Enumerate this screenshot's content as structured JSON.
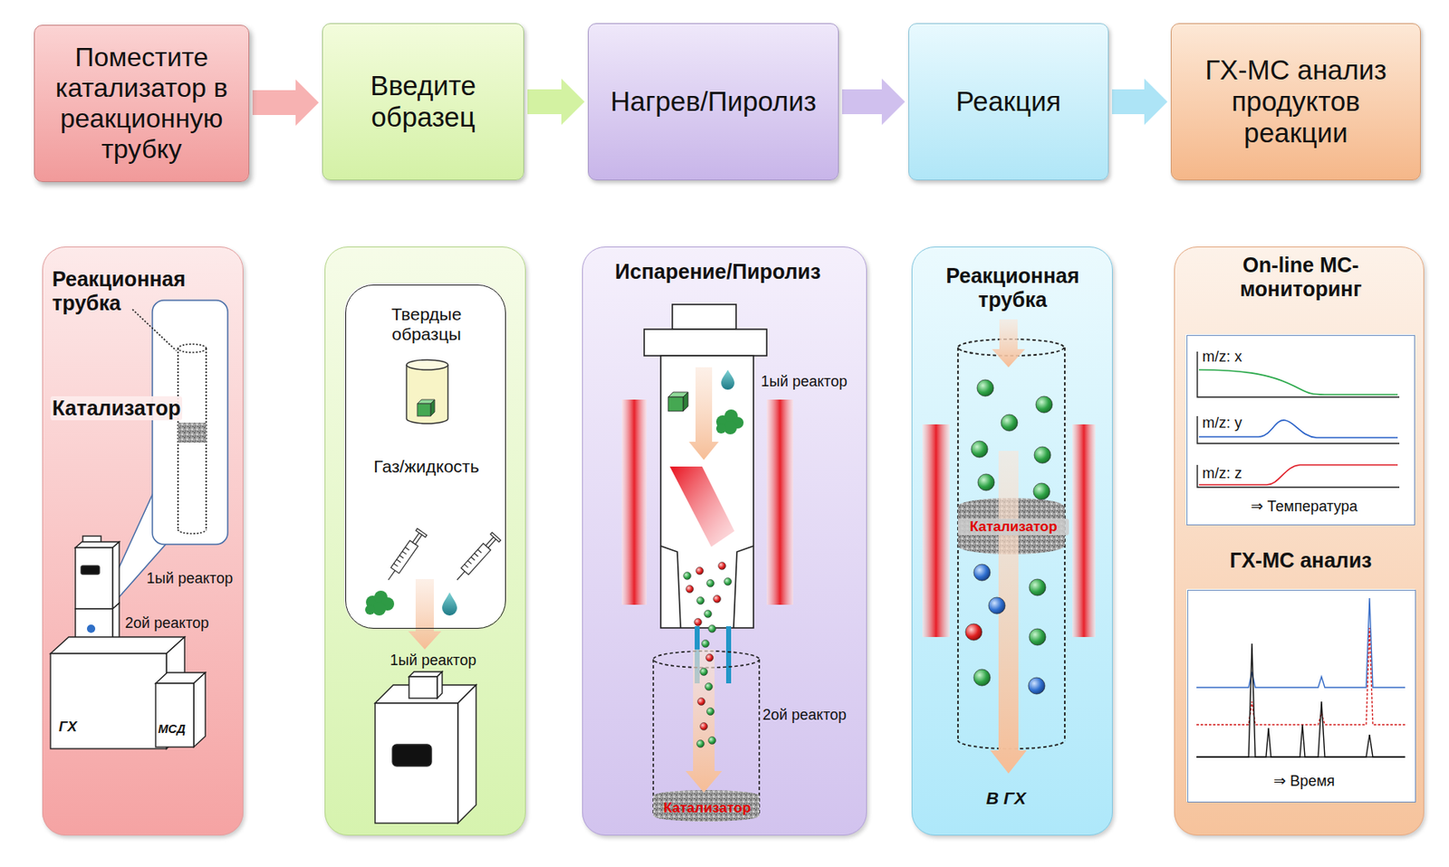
{
  "diagram": {
    "nodes": [
      {
        "text": [
          "Поместите катализатор в реакционную трубку"
        ]
      },
      {
        "text": [
          "Введите образец"
        ]
      },
      {
        "text": [
          "Нагрев/Пиролиз"
        ]
      },
      {
        "text": [
          "Реакция"
        ]
      },
      {
        "text": [
          "ГХ-МС анализ продуктов реакции"
        ]
      },
      {
        "text": [
          "Реакционная трубка",
          "Катализатор",
          "1ый реактор",
          "2ой реактор"
        ]
      },
      {
        "text": [
          "ГХ"
        ],
        "in": 5
      },
      {
        "text": [
          "МСД"
        ],
        "in": 5
      },
      {
        "text": [
          "1ый реактор"
        ]
      },
      {
        "text": [
          "Твердые образцы",
          "Газ/жидкость"
        ],
        "in": 8
      },
      {
        "text": [
          "Испарение/Пиролиз",
          "1ый реактор",
          "2ой реактор",
          "Катализатор"
        ]
      },
      {
        "text": [
          "Реакционная трубка",
          "Катализатор",
          "В ГХ"
        ]
      },
      {
        "text": [
          "On-line МС-мониторинг",
          "ГХ-МС анализ"
        ]
      },
      {
        "text": [
          "m/z: x",
          "m/z: y",
          "m/z: z",
          "⇒ Температура"
        ],
        "in": 12
      },
      {
        "text": [
          "⇒ Время"
        ],
        "in": 12
      }
    ],
    "edges": [
      {
        "from": 0,
        "to": 1,
        "arrow": "to"
      },
      {
        "from": 1,
        "to": 2,
        "arrow": "to"
      },
      {
        "from": 2,
        "to": 3,
        "arrow": "to"
      },
      {
        "from": 3,
        "to": 4,
        "arrow": "to"
      }
    ]
  }
}
